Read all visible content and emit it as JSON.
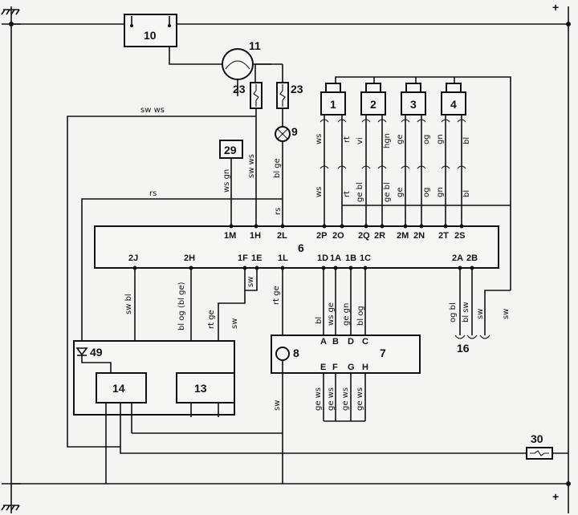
{
  "rails": {
    "top_sign": "+",
    "bottom_sign": "+"
  },
  "components": {
    "c1": "1",
    "c2": "2",
    "c3": "3",
    "c4": "4",
    "c6": "6",
    "c7": "7",
    "c8": "8",
    "c9": "9",
    "c10": "10",
    "c11": "11",
    "c13": "13",
    "c14": "14",
    "c16": "16",
    "c23a": "23",
    "c23b": "23",
    "c29": "29",
    "c30": "30",
    "c49": "49"
  },
  "pins6_top": [
    "1M",
    "1H",
    "2L",
    "2P",
    "2O",
    "2Q",
    "2R",
    "2M",
    "2N",
    "2T",
    "2S"
  ],
  "pins6_bottom": [
    "2J",
    "2H",
    "1F",
    "1E",
    "1L",
    "1D",
    "1A",
    "1B",
    "1C",
    "2A",
    "2B"
  ],
  "pins7_top": [
    "A",
    "B",
    "C",
    "D"
  ],
  "pins7_bottom": [
    "E",
    "F",
    "G",
    "H"
  ],
  "wires": {
    "sw_ws_top": "sw ws",
    "ws_gn": "ws gn",
    "sw_ws": "sw ws",
    "bl_ge": "bl ge",
    "rs_top": "rs",
    "rs_vert": "rs",
    "inj1_upper_a": "ws",
    "inj1_upper_b": "rt",
    "inj2_upper_a": "vi",
    "inj2_upper_b": "hgn",
    "inj3_upper_a": "ge",
    "inj3_upper_b": "og",
    "inj4_upper_a": "gn",
    "inj4_upper_b": "bl",
    "inj1_lower_a": "ws",
    "inj1_lower_b": "rt",
    "inj2_lower_a": "ge bl",
    "inj2_lower_b": "ge bl",
    "inj3_lower_a": "ge",
    "inj3_lower_b": "og",
    "inj4_lower_a": "gn",
    "inj4_lower_b": "bl",
    "sw_bl": "sw bl",
    "bl_og_blge": "bl og (bl ge)",
    "rt_ge_left": "rt ge",
    "sw_1f": "sw",
    "sw_mid": "sw",
    "rt_ge_mid": "rt ge",
    "bl_1d": "bl",
    "ws_ge": "ws ge",
    "ge_gn": "ge gn",
    "bl_og": "bl og",
    "og_bl": "og bl",
    "bl_sw16": "bl sw",
    "sw_16": "sw",
    "sw_right": "sw",
    "ge_ws_e": "ge ws",
    "ge_ws_f": "ge ws",
    "ge_ws_g": "ge ws",
    "ge_ws_h": "ge ws",
    "sw_bottom": "sw"
  }
}
